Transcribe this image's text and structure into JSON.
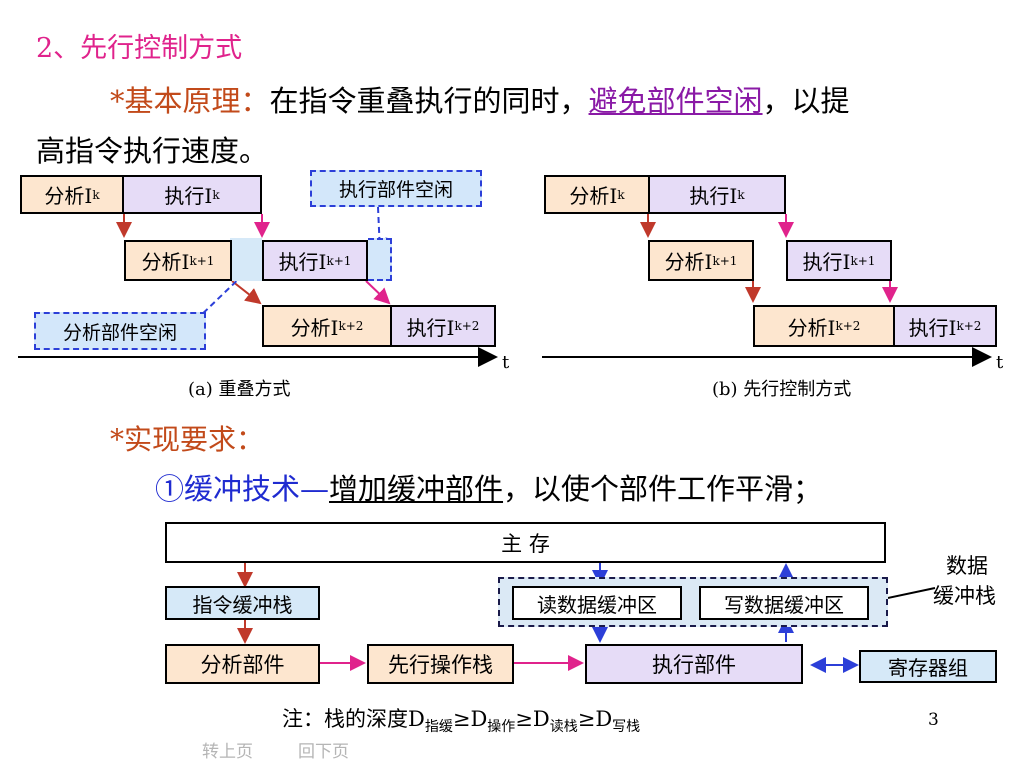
{
  "heading": "2、先行控制方式",
  "principle": {
    "bullet": "*基本原理：",
    "text1": "在指令重叠执行的同时，",
    "highlight": "避免部件空闲",
    "text2": "，以提",
    "text3": "高指令执行速度。"
  },
  "diagram_a": {
    "blocks": {
      "analyze_k": "分析I",
      "execute_k": "执行I",
      "analyze_k1": "分析I",
      "execute_k1": "执行I",
      "analyze_k2": "分析I",
      "execute_k2": "执行I"
    },
    "subs": {
      "k": "k",
      "k1": "k+1",
      "k2": "k+2"
    },
    "exec_idle": "执行部件空闲",
    "analyze_idle": "分析部件空闲",
    "axis": "t",
    "caption": "(a) 重叠方式"
  },
  "diagram_b": {
    "caption": "(b) 先行控制方式",
    "axis": "t"
  },
  "requirement": "*实现要求：",
  "buffer": {
    "item_prefix": "①缓冲技术—",
    "item_underline": "增加缓冲部件",
    "item_rest": "，以使个部件工作平滑；"
  },
  "arch": {
    "main_memory": "主  存",
    "instr_buffer": "指令缓冲栈",
    "read_buffer": "读数据缓冲区",
    "write_buffer": "写数据缓冲区",
    "data_buffer_label_1": "数据",
    "data_buffer_label_2": "缓冲栈",
    "analyzer": "分析部件",
    "prefetch_stack": "先行操作栈",
    "executor": "执行部件",
    "registers": "寄存器组"
  },
  "note": {
    "prefix": "注：栈的深度D",
    "s1": "指缓",
    "g1": "≥D",
    "s2": "操作",
    "g2": "≥D",
    "s3": "读栈",
    "g3": "≥D",
    "s4": "写栈"
  },
  "page_number": "3",
  "nav": {
    "prev": "转上页",
    "next": "回下页"
  }
}
